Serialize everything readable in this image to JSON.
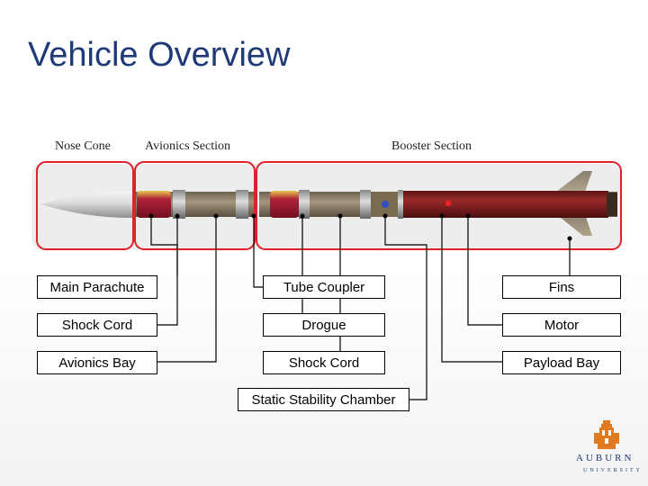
{
  "title": "Vehicle Overview",
  "sections": {
    "nose_cone": "Nose Cone",
    "avionics": "Avionics Section",
    "booster": "Booster Section"
  },
  "labels": {
    "main_parachute": "Main Parachute",
    "shock_cord_1": "Shock Cord",
    "avionics_bay": "Avionics Bay",
    "tube_coupler": "Tube Coupler",
    "drogue": "Drogue",
    "shock_cord_2": "Shock Cord",
    "static_stability_chamber": "Static Stability Chamber",
    "fins": "Fins",
    "motor": "Motor",
    "payload_bay": "Payload Bay"
  },
  "logo": {
    "word": "AUBURN",
    "sub": "UNIVERSITY"
  },
  "colors": {
    "title": "#1f3a78",
    "section_outline": "#e0202a",
    "body_tube": "#7a1e1e",
    "coupler": "#8a7a62",
    "parachute": "#b0203a"
  }
}
